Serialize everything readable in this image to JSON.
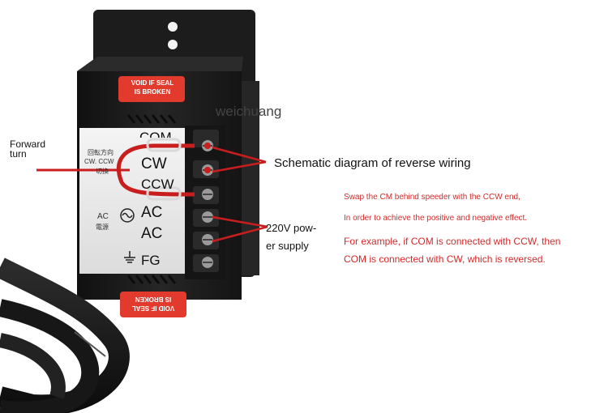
{
  "left_label": {
    "line1": "Forward",
    "line2": "turn"
  },
  "watermark": "weichuang",
  "seal_top": {
    "line1": "VOID IF SEAL",
    "line2": "IS BROKEN"
  },
  "seal_bottom": {
    "line1": "VOID IF SEAL",
    "line2": "IS BROKEN"
  },
  "panel": {
    "com": "COM",
    "cw": "CW",
    "ccw": "CCW",
    "ac1": "AC",
    "ac2": "AC",
    "fg": "FG",
    "small_cn1": "回転方向",
    "small_cw": "CW. CCW",
    "small_cn2": "切換",
    "ac_small": "AC",
    "ac_cn": "電源"
  },
  "callouts": {
    "reverse_wiring": "Schematic diagram of reverse wiring",
    "power_line1": "220V pow-",
    "power_line2": "er supply"
  },
  "notes": {
    "n1": "Swap the CM behind speeder with the CCW end,",
    "n2": "In order to achieve the positive and negative effect.",
    "n3": "For example, if COM is connected with CCW, then",
    "n4": "COM is connected with CW, which is reversed."
  },
  "colors": {
    "accent_red": "#d42a2a",
    "seal_red": "#e23b2e",
    "body": "#1b1b1b"
  }
}
